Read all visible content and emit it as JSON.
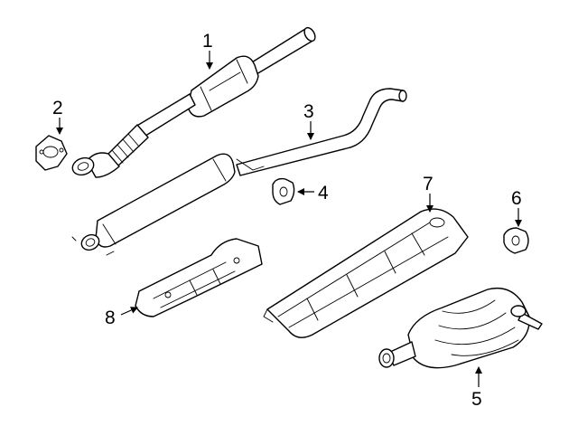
{
  "diagram": {
    "colors": {
      "line": "#000000",
      "background": "#ffffff"
    },
    "callouts": {
      "c1": "1",
      "c2": "2",
      "c3": "3",
      "c4": "4",
      "c5": "5",
      "c6": "6",
      "c7": "7",
      "c8": "8"
    }
  }
}
